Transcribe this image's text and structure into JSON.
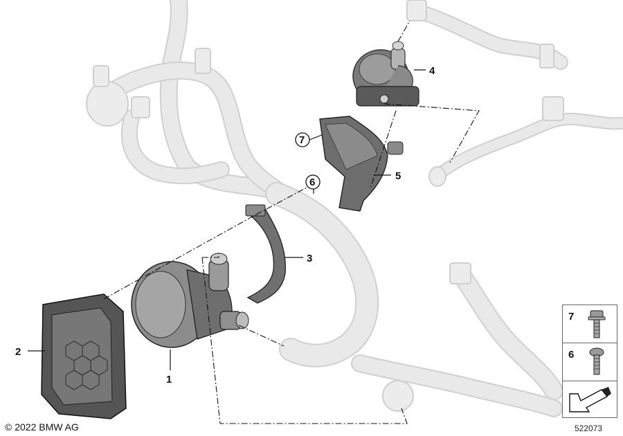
{
  "diagram": {
    "callouts": [
      {
        "id": "1",
        "label": "1"
      },
      {
        "id": "2",
        "label": "2"
      },
      {
        "id": "3",
        "label": "3"
      },
      {
        "id": "4",
        "label": "4"
      },
      {
        "id": "5",
        "label": "5"
      },
      {
        "id": "6",
        "label": "6"
      },
      {
        "id": "7",
        "label": "7"
      }
    ],
    "legend": {
      "rows": [
        {
          "label": "7",
          "icon": "flange-bolt-icon"
        },
        {
          "label": "6",
          "icon": "pan-head-screw-icon"
        },
        {
          "label": "",
          "icon": "arrow-symbol-icon"
        }
      ]
    },
    "copyright": "© 2022 BMW AG",
    "drawing_number": "522073"
  }
}
